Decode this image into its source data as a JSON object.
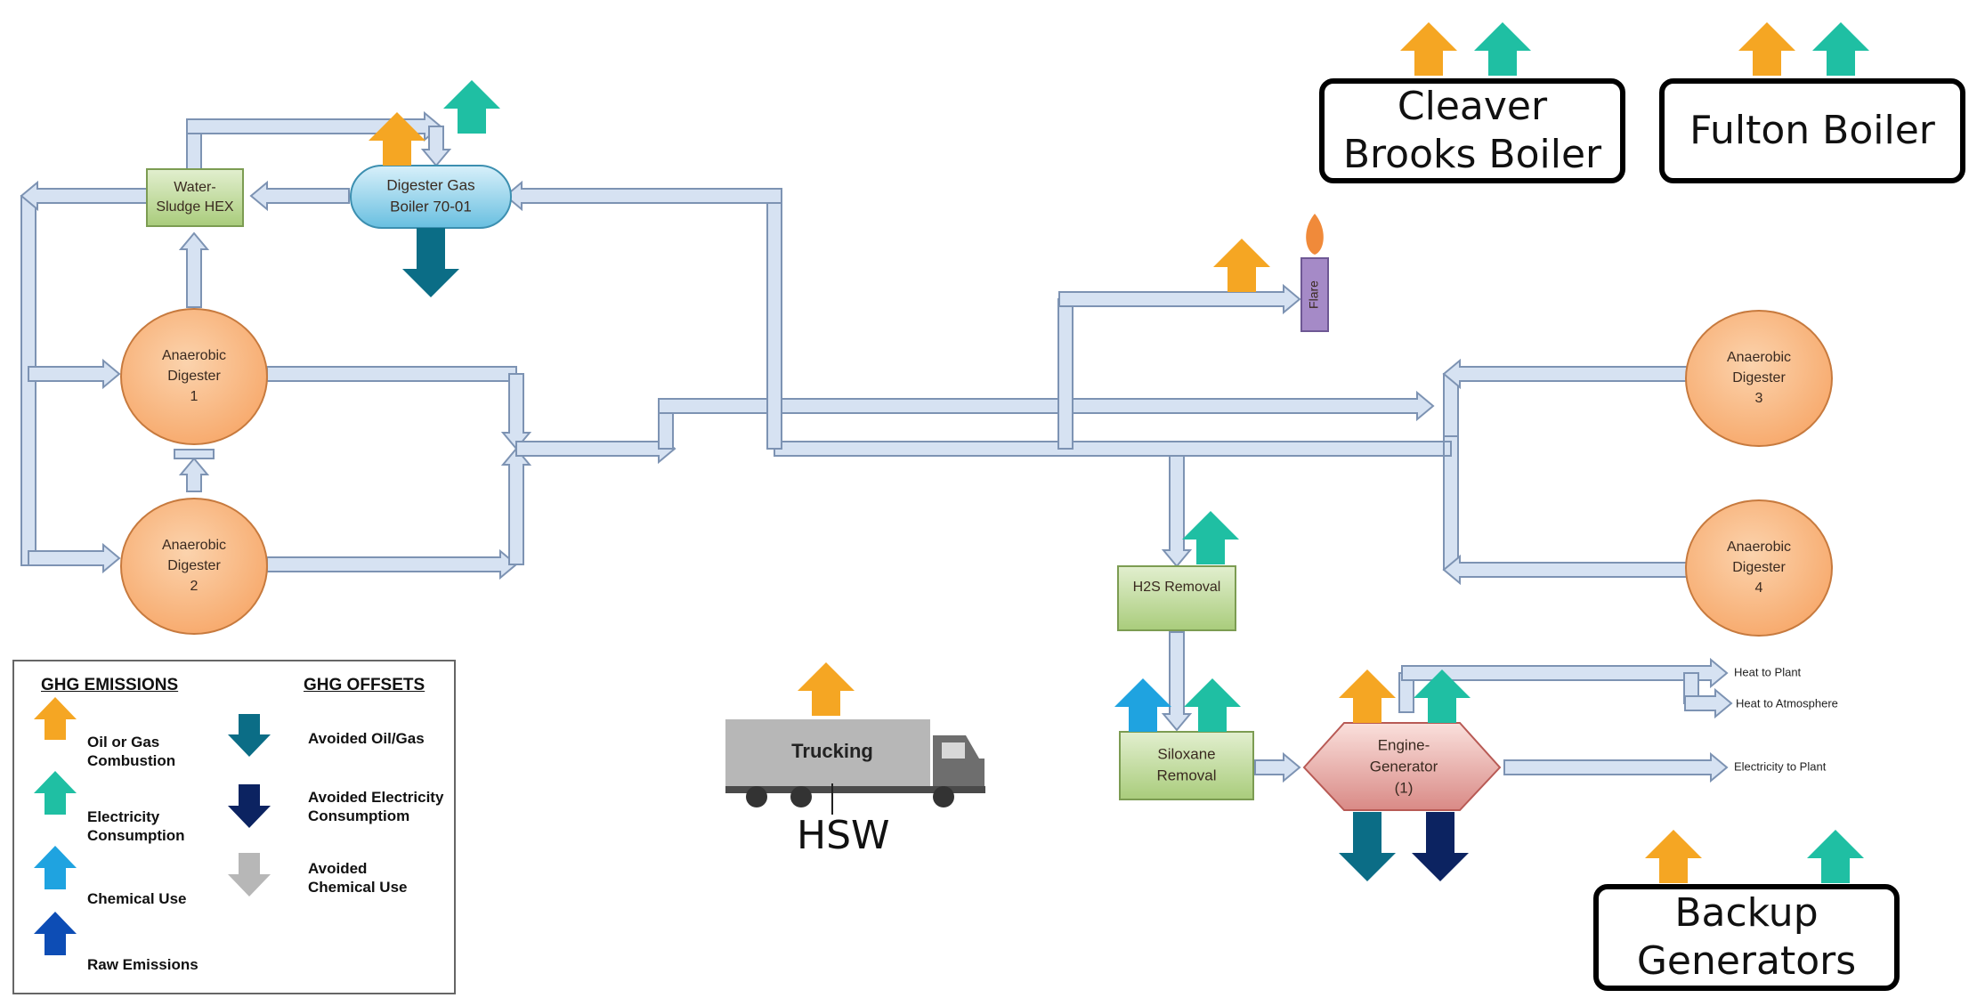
{
  "colors": {
    "oil_gas": "#f5a623",
    "electricity": "#1fbfa3",
    "chemical": "#1fa3e0",
    "raw": "#0d4db5",
    "avoided_oil_gas": "#0b6d86",
    "avoided_electricity": "#0c2361",
    "avoided_chemical": "#b7b7b7",
    "pipe_fill": "#d6e2f2",
    "pipe_stroke": "#7d93b3",
    "digester_fill": "#f7a86a",
    "treatment_fill": "#b7d58a"
  },
  "nodes": {
    "water_sludge_hex": "Water-\nSludge HEX",
    "digester_gas_boiler": "Digester Gas\nBoiler 70-01",
    "ad1": "Anaerobic\nDigester\n1",
    "ad2": "Anaerobic\nDigester\n2",
    "ad3": "Anaerobic\nDigester\n3",
    "ad4": "Anaerobic\nDigester\n4",
    "flare": "Flare",
    "h2s": "H2S Removal",
    "siloxane": "Siloxane\nRemoval",
    "engine": "Engine-\nGenerator\n(1)",
    "trucking": "Trucking"
  },
  "outputs": {
    "heat_plant": "Heat to Plant",
    "heat_atmosphere": "Heat to Atmosphere",
    "electricity_plant": "Electricity to Plant"
  },
  "boxes": {
    "cleaver": "Cleaver\nBrooks Boiler",
    "fulton": "Fulton Boiler",
    "backup": "Backup\nGenerators"
  },
  "hsw": "HSW",
  "legend": {
    "emissions_title": "GHG EMISSIONS",
    "offsets_title": "GHG OFFSETS",
    "oil_gas": "Oil or Gas\nCombustion",
    "electricity": "Electricity\nConsumption",
    "chemical": "Chemical Use",
    "raw": "Raw Emissions",
    "avoided_oil_gas": "Avoided Oil/Gas",
    "avoided_electricity": "Avoided Electricity\nConsumptiom",
    "avoided_chemical": "Avoided\nChemical Use"
  }
}
